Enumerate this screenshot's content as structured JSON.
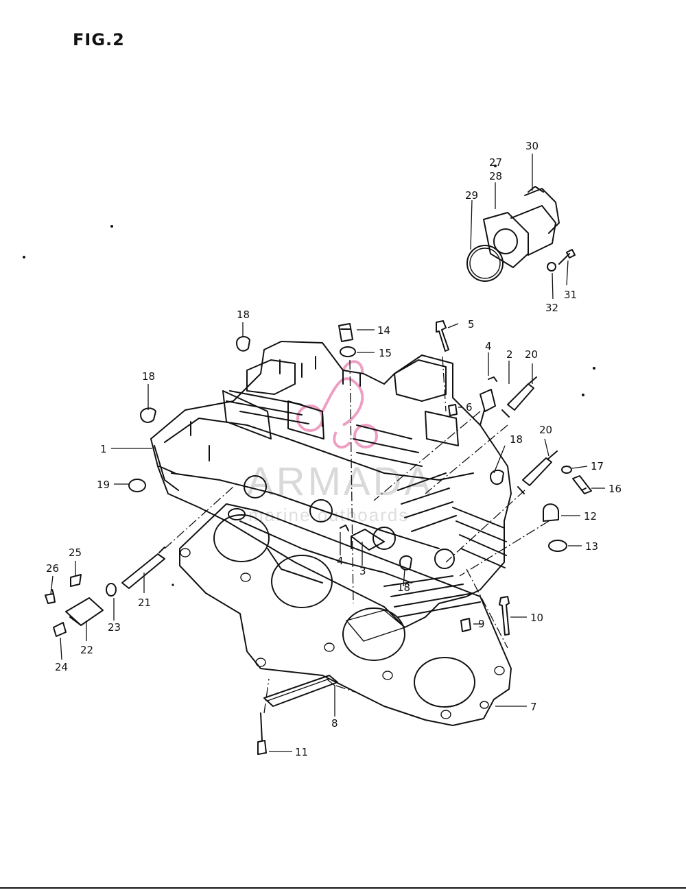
{
  "figure": {
    "title": "FIG.2"
  },
  "watermark": {
    "brand": "ARMADA",
    "tagline": "marine outboards",
    "logo_color": "#e87fb0"
  },
  "callouts": [
    {
      "id": "c1",
      "label": "1"
    },
    {
      "id": "c2",
      "label": "2"
    },
    {
      "id": "c3",
      "label": "3"
    },
    {
      "id": "c4a",
      "label": "4"
    },
    {
      "id": "c4b",
      "label": "4"
    },
    {
      "id": "c5",
      "label": "5"
    },
    {
      "id": "c6",
      "label": "6"
    },
    {
      "id": "c7",
      "label": "7"
    },
    {
      "id": "c8",
      "label": "8"
    },
    {
      "id": "c9",
      "label": "9"
    },
    {
      "id": "c10",
      "label": "10"
    },
    {
      "id": "c11",
      "label": "11"
    },
    {
      "id": "c12",
      "label": "12"
    },
    {
      "id": "c13",
      "label": "13"
    },
    {
      "id": "c14",
      "label": "14"
    },
    {
      "id": "c15",
      "label": "15"
    },
    {
      "id": "c16",
      "label": "16"
    },
    {
      "id": "c17",
      "label": "17"
    },
    {
      "id": "c18a",
      "label": "18"
    },
    {
      "id": "c18b",
      "label": "18"
    },
    {
      "id": "c18c",
      "label": "18"
    },
    {
      "id": "c18d",
      "label": "18"
    },
    {
      "id": "c19",
      "label": "19"
    },
    {
      "id": "c20a",
      "label": "20"
    },
    {
      "id": "c20b",
      "label": "20"
    },
    {
      "id": "c21",
      "label": "21"
    },
    {
      "id": "c22",
      "label": "22"
    },
    {
      "id": "c23",
      "label": "23"
    },
    {
      "id": "c24",
      "label": "24"
    },
    {
      "id": "c25",
      "label": "25"
    },
    {
      "id": "c26",
      "label": "26"
    },
    {
      "id": "c27",
      "label": "27"
    },
    {
      "id": "c28",
      "label": "28"
    },
    {
      "id": "c29",
      "label": "29"
    },
    {
      "id": "c30",
      "label": "30"
    },
    {
      "id": "c31",
      "label": "31"
    },
    {
      "id": "c32",
      "label": "32"
    }
  ]
}
